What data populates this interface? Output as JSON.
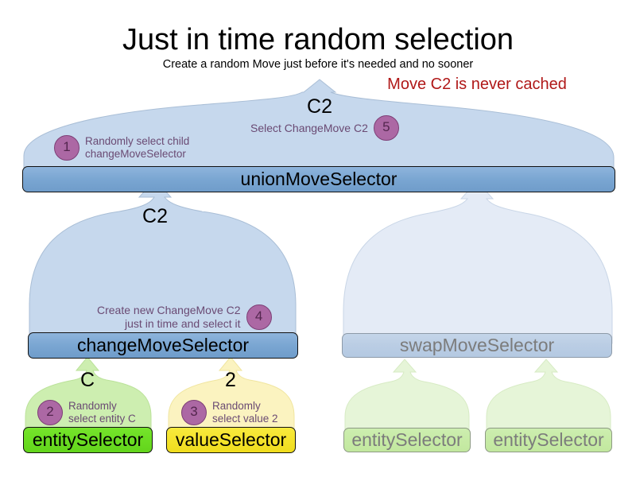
{
  "header": {
    "title": "Just in time random selection",
    "subtitle": "Create a random Move just before it's needed and no sooner",
    "warning": "Move C2 is never cached",
    "warning_color": "#b01818"
  },
  "colors": {
    "blob_active": "#c6d8ed",
    "blob_faded": "#e4ebf6",
    "bar_blue": "#7aa6d2",
    "bar_blue_faded": "#bacde4",
    "bar_green": "#6bdd22",
    "bar_green_faded": "#c7eba6",
    "bar_yellow": "#f5e32c",
    "badge_purple": "#ac68a4",
    "annotation_text": "#6a4a73",
    "faded_text": "#7c7c7c"
  },
  "nodes": {
    "union_move_selector": {
      "label": "unionMoveSelector",
      "output_label": "C2",
      "faded": false
    },
    "change_move_selector": {
      "label": "changeMoveSelector",
      "output_label": "C2",
      "faded": false
    },
    "swap_move_selector": {
      "label": "swapMoveSelector",
      "output_label": "",
      "faded": true
    },
    "entity_selector": {
      "label": "entitySelector",
      "output_label": "C",
      "faded": false
    },
    "value_selector": {
      "label": "valueSelector",
      "output_label": "2",
      "faded": false
    },
    "swap_entity_selector_left": {
      "label": "entitySelector",
      "output_label": "",
      "faded": true
    },
    "swap_entity_selector_right": {
      "label": "entitySelector",
      "output_label": "",
      "faded": true
    }
  },
  "steps": [
    {
      "number": "1",
      "line1": "Randomly select child",
      "line2": "changeMoveSelector"
    },
    {
      "number": "2",
      "line1": "Randomly",
      "line2": "select entity C"
    },
    {
      "number": "3",
      "line1": "Randomly",
      "line2": "select value 2"
    },
    {
      "number": "4",
      "line1": "Create new ChangeMove C2",
      "line2": "just in time and select it"
    },
    {
      "number": "5",
      "line1": "Select ChangeMove C2",
      "line2": ""
    }
  ]
}
